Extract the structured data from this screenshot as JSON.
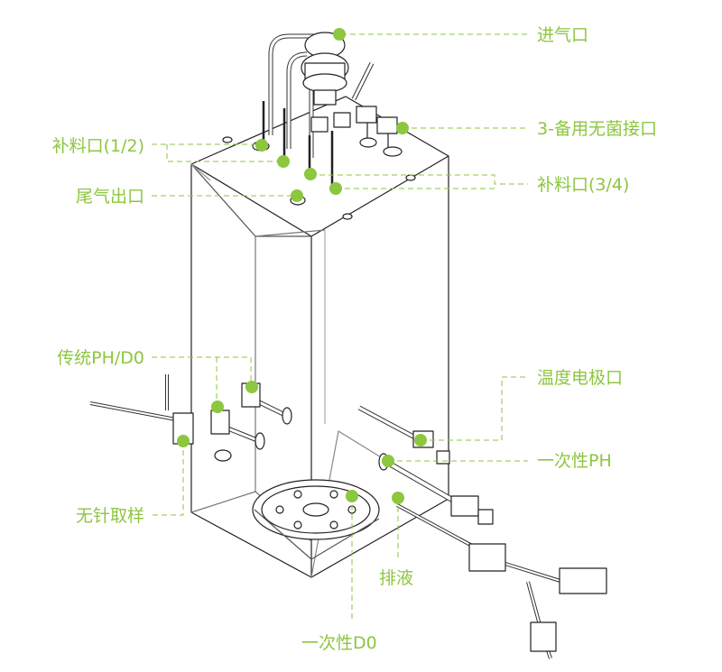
{
  "colors": {
    "accent": "#8dc63f",
    "label_text": "#8dc63f",
    "line": "#222222",
    "leader": "#8dc63f"
  },
  "labels": {
    "gas_inlet": "进气口",
    "spare_sterile_port": "3-备用无菌接口",
    "feed_port_1_2": "补料口(1/2)",
    "feed_port_3_4": "补料口(3/4)",
    "exhaust_outlet": "尾气出口",
    "traditional_ph_do": "传统PH/D0",
    "temperature_electrode_port": "温度电极口",
    "single_use_ph": "一次性PH",
    "needle_free_sampling": "无针取样",
    "drain": "排液",
    "single_use_do": "一次性D0"
  }
}
